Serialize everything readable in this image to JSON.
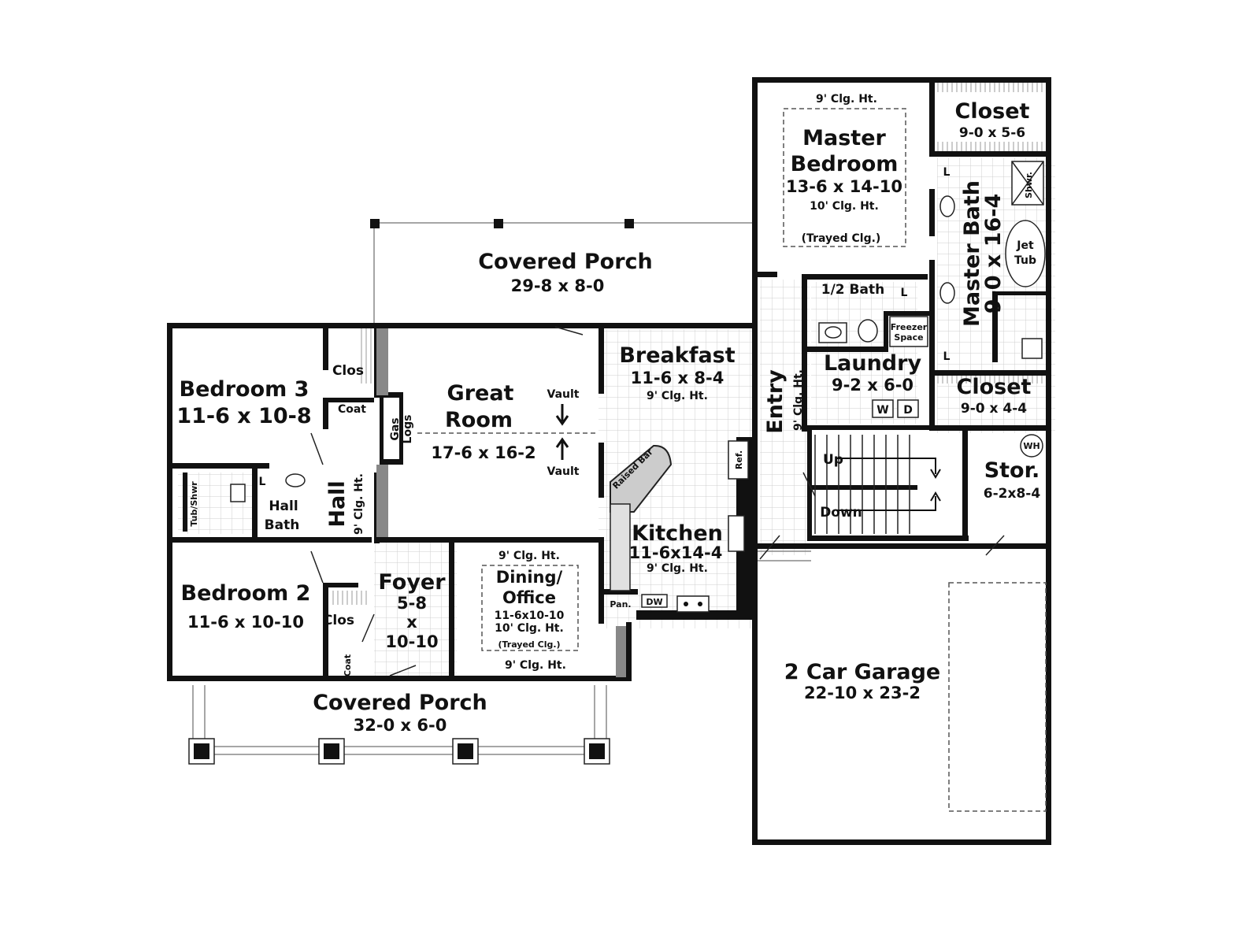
{
  "rooms": {
    "covered_porch_rear": {
      "title": "Covered Porch",
      "dim": "29-8 x 8-0"
    },
    "covered_porch_front": {
      "title": "Covered Porch",
      "dim": "32-0 x 6-0"
    },
    "bedroom3": {
      "title": "Bedroom 3",
      "dim": "11-6 x 10-8"
    },
    "bedroom2": {
      "title": "Bedroom 2",
      "dim": "11-6 x 10-10"
    },
    "great_room": {
      "title_line1": "Great",
      "title_line2": "Room",
      "dim": "17-6 x 16-2",
      "vault_top": "Vault",
      "vault_bottom": "Vault",
      "gas_logs_1": "Gas",
      "gas_logs_2": "Logs"
    },
    "breakfast": {
      "title": "Breakfast",
      "dim": "11-6 x 8-4",
      "clg": "9' Clg. Ht."
    },
    "kitchen": {
      "title": "Kitchen",
      "dim": "11-6x14-4",
      "clg": "9' Clg. Ht.",
      "raised_bar": "Raised Bar",
      "ref": "Ref.",
      "pan": "Pan.",
      "dw": "DW"
    },
    "dining": {
      "title_line1": "Dining/",
      "title_line2": "Office",
      "dim": "11-6x10-10",
      "clg1": "10' Clg. Ht.",
      "clg2": "(Trayed Clg.)",
      "clg_top": "9' Clg. Ht.",
      "clg_bottom": "9' Clg. Ht."
    },
    "foyer": {
      "title": "Foyer",
      "dim1": "5-8",
      "dim2": "x",
      "dim3": "10-10"
    },
    "hall": {
      "title": "Hall",
      "clg": "9' Clg. Ht."
    },
    "hall_bath": {
      "title_line1": "Hall",
      "title_line2": "Bath",
      "tub": "Tub/Shwr",
      "l": "L"
    },
    "closets": {
      "clos_b3": "Clos",
      "coat_b3": "Coat",
      "clos_b2": "Clos",
      "coat_b2": "Coat"
    },
    "master_bedroom": {
      "title_line1": "Master",
      "title_line2": "Bedroom",
      "dim": "13-6 x 14-10",
      "clg1": "10' Clg. Ht.",
      "clg2": "(Trayed Clg.)",
      "clg_top": "9' Clg. Ht."
    },
    "master_closet": {
      "title": "Closet",
      "dim": "9-0 x 5-6"
    },
    "master_bath": {
      "title": "Master Bath",
      "dim": "9-0 x 16-4",
      "shwr": "Shwr.",
      "jet1": "Jet",
      "jet2": "Tub",
      "l1": "L",
      "l2": "L"
    },
    "half_bath": {
      "title": "1/2 Bath",
      "l": "L"
    },
    "freezer": {
      "line1": "Freezer",
      "line2": "Space"
    },
    "laundry": {
      "title": "Laundry",
      "dim": "9-2 x 6-0",
      "w": "W",
      "d": "D"
    },
    "closet2": {
      "title": "Closet",
      "dim": "9-0 x 4-4"
    },
    "entry": {
      "title": "Entry",
      "clg": "9' Clg. Ht."
    },
    "stairs": {
      "up": "Up",
      "down": "Down"
    },
    "storage": {
      "title": "Stor.",
      "dim": "6-2x8-4",
      "wh": "WH"
    },
    "garage": {
      "title": "2 Car Garage",
      "dim": "22-10 x 23-2"
    }
  }
}
